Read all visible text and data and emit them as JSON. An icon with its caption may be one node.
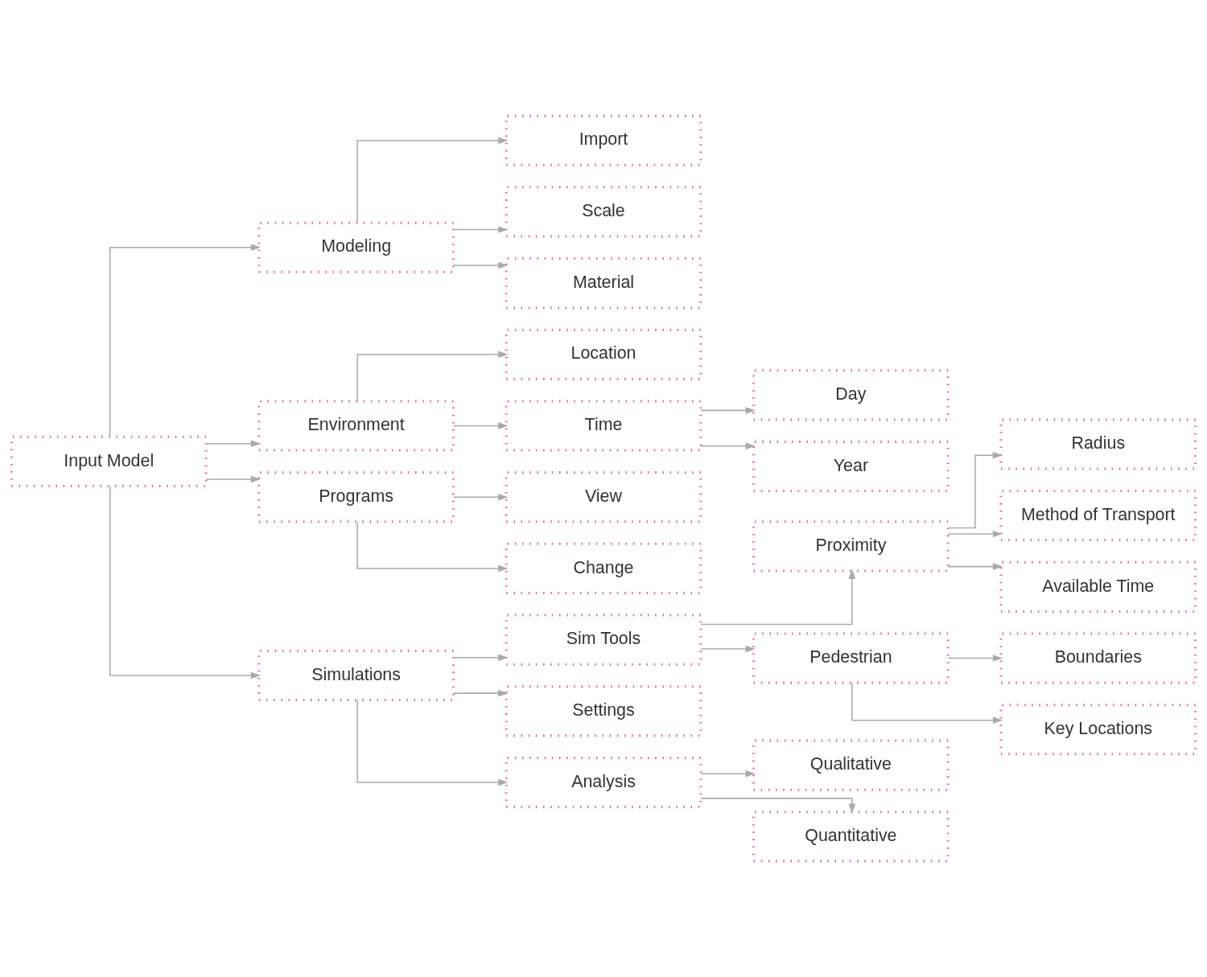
{
  "diagram": {
    "nodes": [
      {
        "text": [
          "Input Model"
        ]
      },
      {
        "text": [
          "Modeling"
        ]
      },
      {
        "text": [
          "Import"
        ]
      },
      {
        "text": [
          "Scale"
        ]
      },
      {
        "text": [
          "Material"
        ]
      },
      {
        "text": [
          "Environment"
        ]
      },
      {
        "text": [
          "Location"
        ]
      },
      {
        "text": [
          "Time"
        ]
      },
      {
        "text": [
          "Day"
        ]
      },
      {
        "text": [
          "Year"
        ]
      },
      {
        "text": [
          "Programs"
        ]
      },
      {
        "text": [
          "View"
        ]
      },
      {
        "text": [
          "Change"
        ]
      },
      {
        "text": [
          "Simulations"
        ]
      },
      {
        "text": [
          "Sim Tools"
        ]
      },
      {
        "text": [
          "Proximity"
        ]
      },
      {
        "text": [
          "Radius"
        ]
      },
      {
        "text": [
          "Method of Transport"
        ]
      },
      {
        "text": [
          "Available Time"
        ]
      },
      {
        "text": [
          "Pedestrian"
        ]
      },
      {
        "text": [
          "Boundaries"
        ]
      },
      {
        "text": [
          "Key Locations"
        ]
      },
      {
        "text": [
          "Settings"
        ]
      },
      {
        "text": [
          "Analysis"
        ]
      },
      {
        "text": [
          "Qualitative"
        ]
      },
      {
        "text": [
          "Quantitative"
        ]
      }
    ],
    "edges": [
      {
        "from": 0,
        "to": 1,
        "arrow": "to"
      },
      {
        "from": 0,
        "to": 5,
        "arrow": "to"
      },
      {
        "from": 0,
        "to": 10,
        "arrow": "to"
      },
      {
        "from": 0,
        "to": 13,
        "arrow": "to"
      },
      {
        "from": 1,
        "to": 2,
        "arrow": "to"
      },
      {
        "from": 1,
        "to": 3,
        "arrow": "to"
      },
      {
        "from": 1,
        "to": 4,
        "arrow": "to"
      },
      {
        "from": 5,
        "to": 6,
        "arrow": "to"
      },
      {
        "from": 5,
        "to": 7,
        "arrow": "to"
      },
      {
        "from": 7,
        "to": 8,
        "arrow": "to"
      },
      {
        "from": 7,
        "to": 9,
        "arrow": "to"
      },
      {
        "from": 10,
        "to": 11,
        "arrow": "to"
      },
      {
        "from": 10,
        "to": 12,
        "arrow": "to"
      },
      {
        "from": 13,
        "to": 14,
        "arrow": "to"
      },
      {
        "from": 14,
        "to": 15,
        "arrow": "to"
      },
      {
        "from": 15,
        "to": 16,
        "arrow": "to"
      },
      {
        "from": 15,
        "to": 17,
        "arrow": "to"
      },
      {
        "from": 15,
        "to": 18,
        "arrow": "to"
      },
      {
        "from": 14,
        "to": 19,
        "arrow": "to"
      },
      {
        "from": 19,
        "to": 20,
        "arrow": "to"
      },
      {
        "from": 19,
        "to": 21,
        "arrow": "to"
      },
      {
        "from": 13,
        "to": 22,
        "arrow": "to"
      },
      {
        "from": 13,
        "to": 23,
        "arrow": "to"
      },
      {
        "from": 23,
        "to": 24,
        "arrow": "to"
      },
      {
        "from": 23,
        "to": 25,
        "arrow": "to"
      }
    ]
  }
}
